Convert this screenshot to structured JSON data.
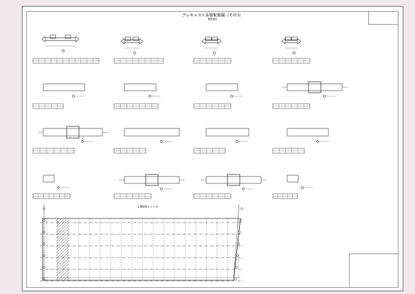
{
  "drawing": {
    "title": "プレキャスト床版配筋図（その3）",
    "subtitle": "標準設計",
    "plan_scale": "主構造図 S = 1:50"
  },
  "colors": {
    "background": "#f3e9ec",
    "paper": "#ffffff",
    "line": "#333333",
    "hatch": "#555555"
  }
}
